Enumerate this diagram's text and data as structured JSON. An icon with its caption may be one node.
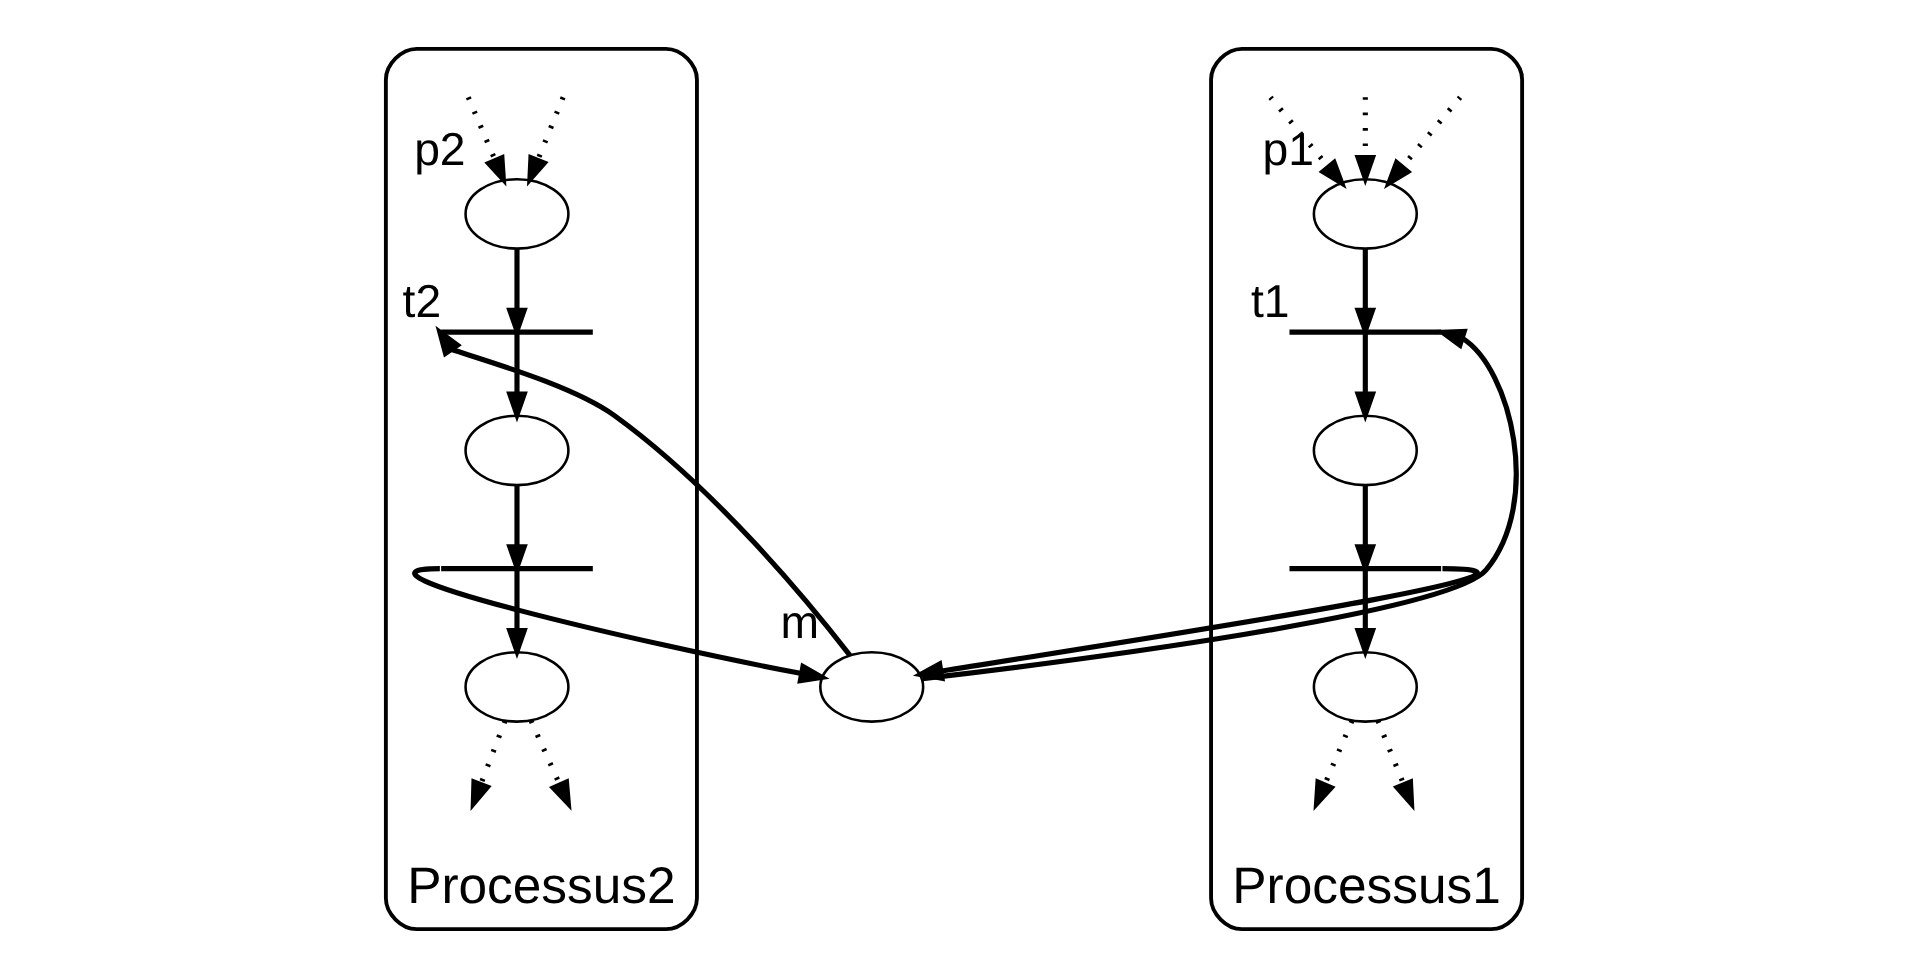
{
  "diagram": {
    "nodes": [
      {
        "text": [
          "Processus1"
        ]
      },
      {
        "text": [],
        "shape": "circle",
        "beside": [
          "p1"
        ],
        "in": 0
      },
      {
        "text": [],
        "shape": "bar",
        "beside": [
          "t1"
        ],
        "in": 0
      },
      {
        "text": [],
        "shape": "circle",
        "in": 0
      },
      {
        "text": [],
        "shape": "bar",
        "in": 0
      },
      {
        "text": [],
        "shape": "circle",
        "in": 0
      },
      {
        "text": [],
        "shape": "circle",
        "beside": [
          "m"
        ]
      },
      {
        "text": [
          "Processus2"
        ]
      },
      {
        "text": [],
        "shape": "circle",
        "beside": [
          "p2"
        ],
        "in": 7
      },
      {
        "text": [],
        "shape": "bar",
        "beside": [
          "t2"
        ],
        "in": 7
      },
      {
        "text": [],
        "shape": "circle",
        "in": 7
      },
      {
        "text": [],
        "shape": "bar",
        "in": 7
      },
      {
        "text": [],
        "shape": "circle",
        "in": 7
      }
    ],
    "edges": [
      {
        "from": null,
        "to": 1,
        "arrow": "to",
        "style": "dashed"
      },
      {
        "from": null,
        "to": 1,
        "arrow": "to",
        "style": "dashed"
      },
      {
        "from": null,
        "to": 1,
        "arrow": "to",
        "style": "dashed"
      },
      {
        "from": 1,
        "to": 2,
        "arrow": "to"
      },
      {
        "from": 6,
        "to": 2,
        "arrow": "to"
      },
      {
        "from": 2,
        "to": 3,
        "arrow": "to"
      },
      {
        "from": 3,
        "to": 4,
        "arrow": "to"
      },
      {
        "from": 4,
        "to": 6,
        "arrow": "to"
      },
      {
        "from": 4,
        "to": 5,
        "arrow": "to"
      },
      {
        "from": 5,
        "to": null,
        "arrow": "to",
        "style": "dashed"
      },
      {
        "from": 5,
        "to": null,
        "arrow": "to",
        "style": "dashed"
      },
      {
        "from": null,
        "to": 8,
        "arrow": "to",
        "style": "dashed"
      },
      {
        "from": null,
        "to": 8,
        "arrow": "to",
        "style": "dashed"
      },
      {
        "from": 8,
        "to": 9,
        "arrow": "to"
      },
      {
        "from": 6,
        "to": 9,
        "arrow": "to"
      },
      {
        "from": 9,
        "to": 10,
        "arrow": "to"
      },
      {
        "from": 10,
        "to": 11,
        "arrow": "to"
      },
      {
        "from": 11,
        "to": 6,
        "arrow": "to"
      },
      {
        "from": 11,
        "to": 12,
        "arrow": "to"
      },
      {
        "from": 12,
        "to": null,
        "arrow": "to",
        "style": "dashed"
      },
      {
        "from": 12,
        "to": null,
        "arrow": "to",
        "style": "dashed"
      }
    ]
  }
}
